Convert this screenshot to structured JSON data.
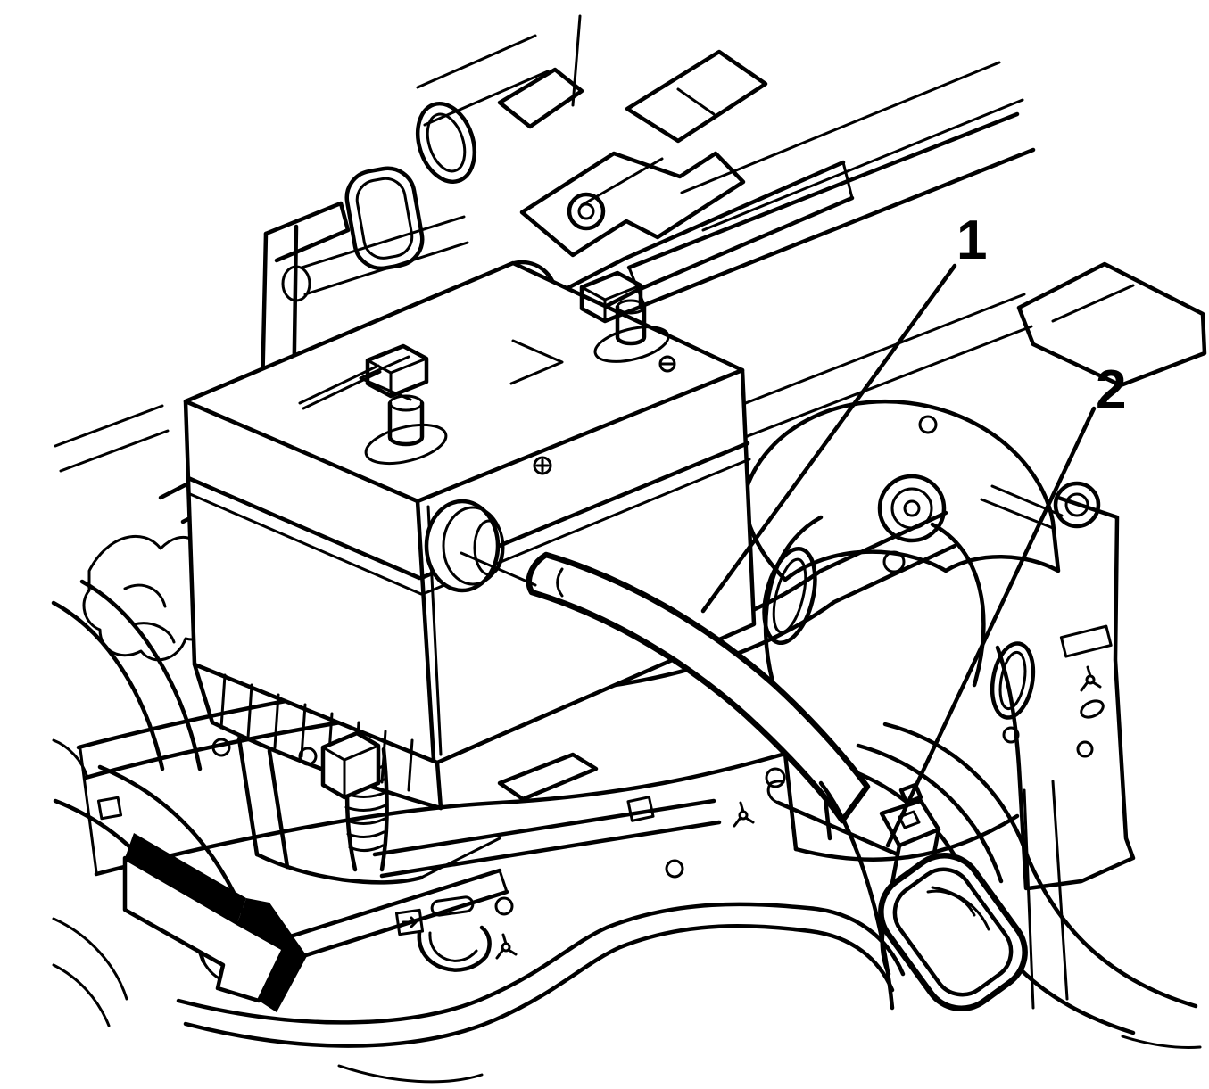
{
  "figure": {
    "type": "technical-illustration",
    "description_visible_text_only": "",
    "background_color": "#ffffff",
    "line_color": "#000000",
    "callouts": [
      {
        "label": "1"
      },
      {
        "label": "2"
      }
    ],
    "icons": {
      "front_direction_arrow": "front-direction-arrow"
    }
  }
}
